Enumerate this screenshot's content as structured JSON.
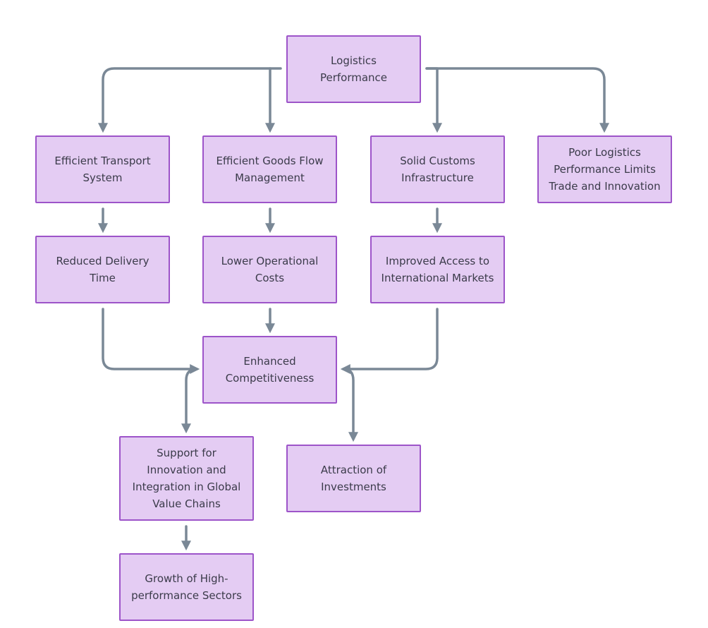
{
  "colors": {
    "node_fill": "#e4ccf3",
    "node_border": "#9d54c9",
    "edge": "#7a8896",
    "text": "#3b3b4a"
  },
  "nodes": {
    "logistics_performance": "Logistics\nPerformance",
    "efficient_transport_system": "Efficient Transport\nSystem",
    "efficient_goods_flow": "Efficient Goods Flow\nManagement",
    "solid_customs_infrastructure": "Solid Customs\nInfrastructure",
    "poor_logistics": "Poor Logistics\nPerformance Limits\nTrade and Innovation",
    "reduced_delivery_time": "Reduced Delivery\nTime",
    "lower_operational_costs": "Lower Operational\nCosts",
    "improved_access": "Improved Access to\nInternational Markets",
    "enhanced_competitiveness": "Enhanced\nCompetitiveness",
    "support_innovation": "Support for\nInnovation and\nIntegration in Global\nValue Chains",
    "attraction_investments": "Attraction of\nInvestments",
    "growth_sectors": "Growth of High-\nperformance Sectors"
  }
}
